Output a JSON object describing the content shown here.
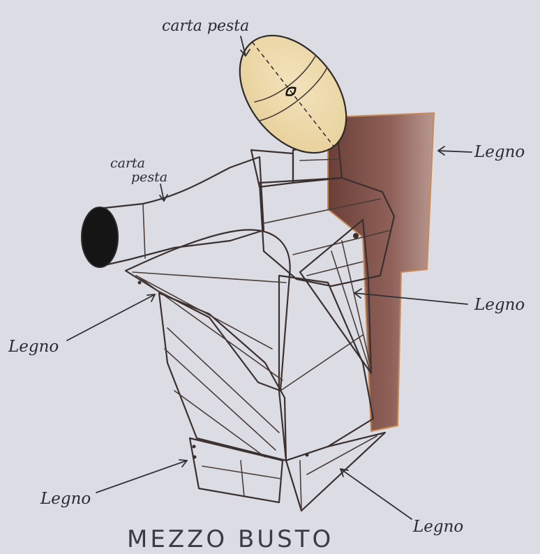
{
  "labels": {
    "carta_pesta_top": "carta pesta",
    "carta_pesta_neck_line1": "carta",
    "carta_pesta_neck_line2": "pesta",
    "legno_top_right": "Legno",
    "legno_right": "Legno",
    "legno_left": "Legno",
    "legno_bottom_left": "Legno",
    "legno_bottom_right": "Legno"
  },
  "caption": "MEZZO BUSTO",
  "colors": {
    "paper": "#dcdde4",
    "wood": "#b8793f",
    "wood_light": "#d9b58d",
    "green": "#3f7a45",
    "pink": "#e07a7a",
    "brown_back": "#7c4d43",
    "papier_mache": "#ecd8aa",
    "black": "#141414"
  }
}
